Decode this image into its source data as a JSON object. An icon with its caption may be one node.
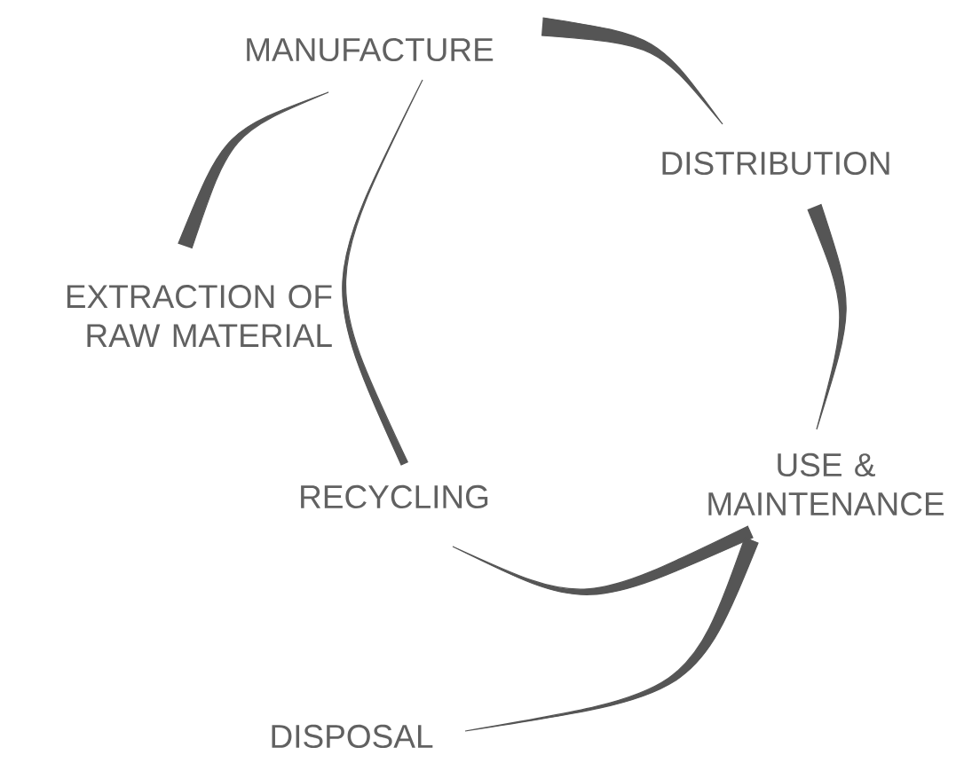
{
  "diagram": {
    "nodes": [
      {
        "text": [
          "MANUFACTURE"
        ]
      },
      {
        "text": [
          "DISTRIBUTION"
        ]
      },
      {
        "text": [
          "EXTRACTION OF RAW MATERIAL"
        ]
      },
      {
        "text": [
          "USE & MAINTENANCE"
        ]
      },
      {
        "text": [
          "RECYCLING"
        ]
      },
      {
        "text": [
          "DISPOSAL"
        ]
      }
    ],
    "edges": [
      {
        "from": 2,
        "to": 0,
        "arrow": "none"
      },
      {
        "from": 0,
        "to": 1,
        "arrow": "none"
      },
      {
        "from": 1,
        "to": 3,
        "arrow": "none"
      },
      {
        "from": 0,
        "to": 4,
        "arrow": "none"
      },
      {
        "from": 4,
        "to": 3,
        "arrow": "none"
      },
      {
        "from": 5,
        "to": 3,
        "arrow": "none"
      }
    ]
  }
}
